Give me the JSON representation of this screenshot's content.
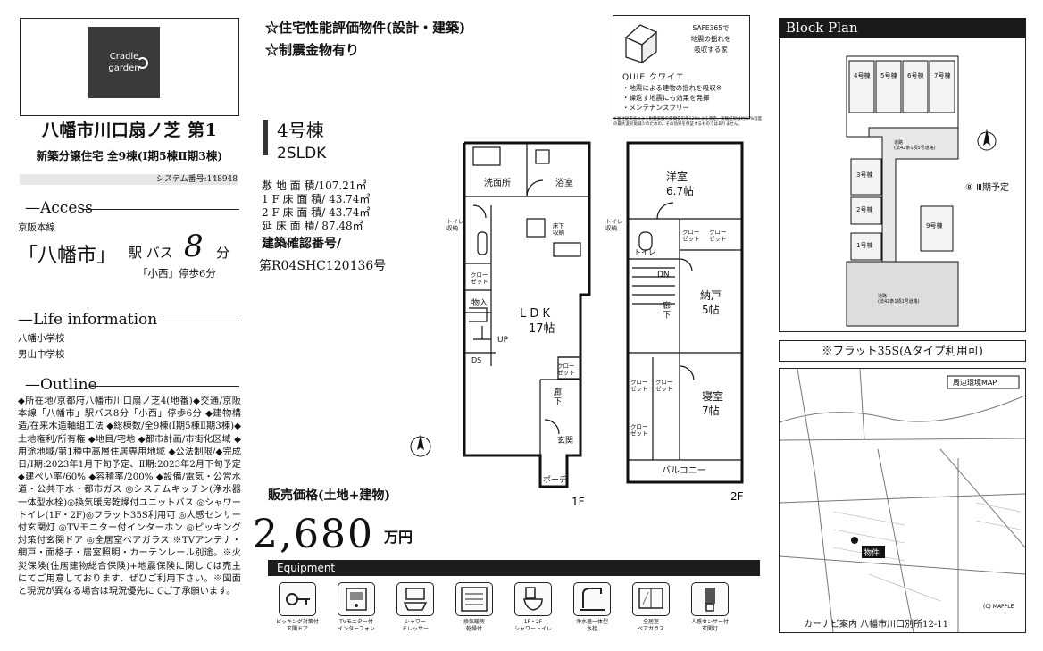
{
  "brand": {
    "logo_line1": "Cradle",
    "logo_line2": "garden"
  },
  "property": {
    "title": "八幡市川口扇ノ芝 第1",
    "subtitle": "新築分譲住宅 全9棟(Ⅰ期5棟Ⅱ期3棟)",
    "system_no": "システム番号:148948"
  },
  "access": {
    "heading": "—Access",
    "line": "京阪本線",
    "station": "「八幡市」",
    "bus_text": "駅 バス",
    "bus_minutes": "8",
    "bus_unit": "分",
    "stop": "「小西」停歩6分"
  },
  "life": {
    "heading": "—Life information",
    "schools": [
      "八幡小学校",
      "男山中学校"
    ]
  },
  "outline": {
    "heading": "—Outline",
    "text": "◆所在地/京都府八幡市川口扇ノ芝4(地番)◆交通/京阪本線「八幡市」駅バス8分「小西」停歩6分 ◆建物構造/在来木造軸組工法 ◆総棟数/全9棟(Ⅰ期5棟Ⅱ期3棟)◆土地権利/所有権 ◆地目/宅地 ◆都市計画/市街化区域 ◆用途地域/第1種中高層住居専用地域 ◆公法制限/◆完成日/Ⅰ期:2023年1月下旬予定、Ⅱ期:2023年2月下旬予定 ◆建ぺい率/60% ◆容積率/200% ◆設備/電気・公営水道・公共下水・都市ガス ◎システムキッチン(浄水器一体型水栓)◎換気暖房乾燥付ユニットバス ◎シャワートイレ(1F・2F)◎フラット35S利用可 ◎人感センサー付玄関灯 ◎TVモニター付インターホン ◎ピッキング対策付玄関ドア ◎全居室ペアガラス ※TVアンテナ・網戸・面格子・居室照明・カーテンレール別途。※火災保険(住居建物総合保険)+地震保険に関しては売主にてご用意しております、ぜひご利用下さい。※図面と現況が異なる場合は現況優先にてご了承願います。"
  },
  "features": [
    "☆住宅性能評価物件(設計・建築)",
    "☆制震金物有り"
  ],
  "safe365": {
    "top_lines": [
      "SAFE365で",
      "地震の揺れを",
      "吸収する家"
    ],
    "brand": "QUIE クワイエ",
    "points": [
      "・地震による建物の揺れを吸収※",
      "・繰返す地震にも効果を発揮",
      "・メンテナンスフリー"
    ],
    "note": "※当社従来品による耐震実験の層間変形角120による測定。実験結果は約60%程度の最大変形角減少のための。その効果を保証するものではありません。"
  },
  "unit": {
    "name": "4号棟",
    "type": "2SLDK",
    "areas": [
      "敷 地 面 積/107.21㎡",
      "1 F 床 面 積/ 43.74㎡",
      "2 F 床 面 積/ 43.74㎡",
      "延 床 面 積/ 87.48㎡"
    ],
    "confirm_label": "建築確認番号/",
    "confirm_no": "第R04SHC120136号"
  },
  "floorplan": {
    "f1": {
      "label": "1F",
      "rooms": {
        "washroom": "洗面所",
        "bath": "浴室",
        "ldk": "L D K",
        "ldk_size": "17帖",
        "closet": "クロー\nゼット",
        "storage": "物入",
        "up": "UP",
        "ds": "DS",
        "closet2": "クロー\nゼット",
        "hall": "廊\n下",
        "entry": "玄関",
        "porch": "ポーチ",
        "toilet_storage": "トイレ\n収納",
        "under_floor": "床下\n収納"
      }
    },
    "f2": {
      "label": "2F",
      "rooms": {
        "western": "洋室",
        "western_size": "6.7帖",
        "closet_a": "クロー\nゼット",
        "closet_b": "クロー\nゼット",
        "toilet": "トイレ",
        "dn": "DN",
        "hall": "廊\n下",
        "nando": "納戸",
        "nando_size": "5帖",
        "closet_c": "クロー\nゼット",
        "closet_d": "クロー\nゼット",
        "closet_e": "クロー\nゼット",
        "bedroom": "寝室",
        "bedroom_size": "7帖",
        "balcony": "バルコニー",
        "toilet_storage": "トイレ\n収納"
      }
    }
  },
  "price": {
    "label": "販売価格(土地+建物)",
    "value": "2,680",
    "unit": "万円"
  },
  "equipment": {
    "heading": "Equipment",
    "items": [
      {
        "label": "ピッキング対策付\n玄関ドア",
        "icon": "key-icon"
      },
      {
        "label": "TVモニター付\nインターフォン",
        "icon": "intercom-icon"
      },
      {
        "label": "シャワー\nドレッサー",
        "icon": "dresser-icon"
      },
      {
        "label": "換気暖房\n乾燥付",
        "icon": "dryer-icon"
      },
      {
        "label": "1F・2F\nシャワートイレ",
        "icon": "toilet-icon"
      },
      {
        "label": "浄水器一体型\n水栓",
        "icon": "faucet-icon"
      },
      {
        "label": "全居室\nペアガラス",
        "icon": "window-icon"
      },
      {
        "label": "人感センサー付\n玄関灯",
        "icon": "lamp-icon"
      }
    ]
  },
  "block_plan": {
    "heading": "Block Plan",
    "lots": [
      "4号棟",
      "5号棟",
      "6号棟",
      "7号棟",
      "3号棟",
      "2号棟",
      "1号棟",
      "9号棟"
    ],
    "road_top": "道路\n(法42条1項5号道路)",
    "road_bottom": "道路\n(法42条1項1号道路)",
    "note": "⑧ Ⅲ期予定"
  },
  "flat35": "※フラット35S(Aタイプ利用可)",
  "map": {
    "legend": "周辺環境MAP",
    "label_site": "物件",
    "copyright": "(C) MAPPLE",
    "caption": "カーナビ案内 八幡市川口別所12-11"
  }
}
